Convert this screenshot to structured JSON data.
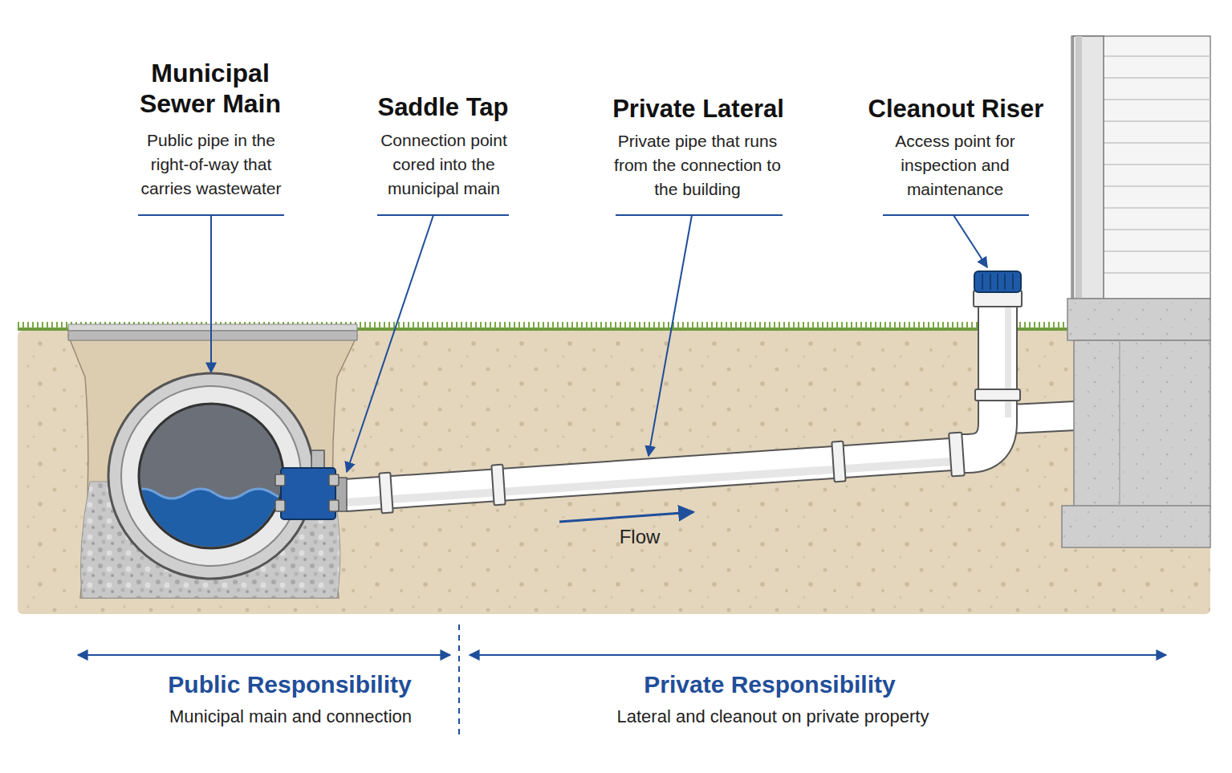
{
  "diagram": {
    "labels": [
      "Municipal Sewer Main",
      "Public pipe in the right-of-way that carries wastewater",
      "Saddle Tap",
      "Connection point cored into the municipal main",
      "Private Lateral",
      "Private pipe that runs from the connection to the building",
      "Cleanout Riser",
      "Access point for inspection and maintenance",
      "Flow",
      "Public Responsibility",
      "Municipal main and connection",
      "Private Responsibility",
      "Lateral and cleanout on private property"
    ]
  }
}
